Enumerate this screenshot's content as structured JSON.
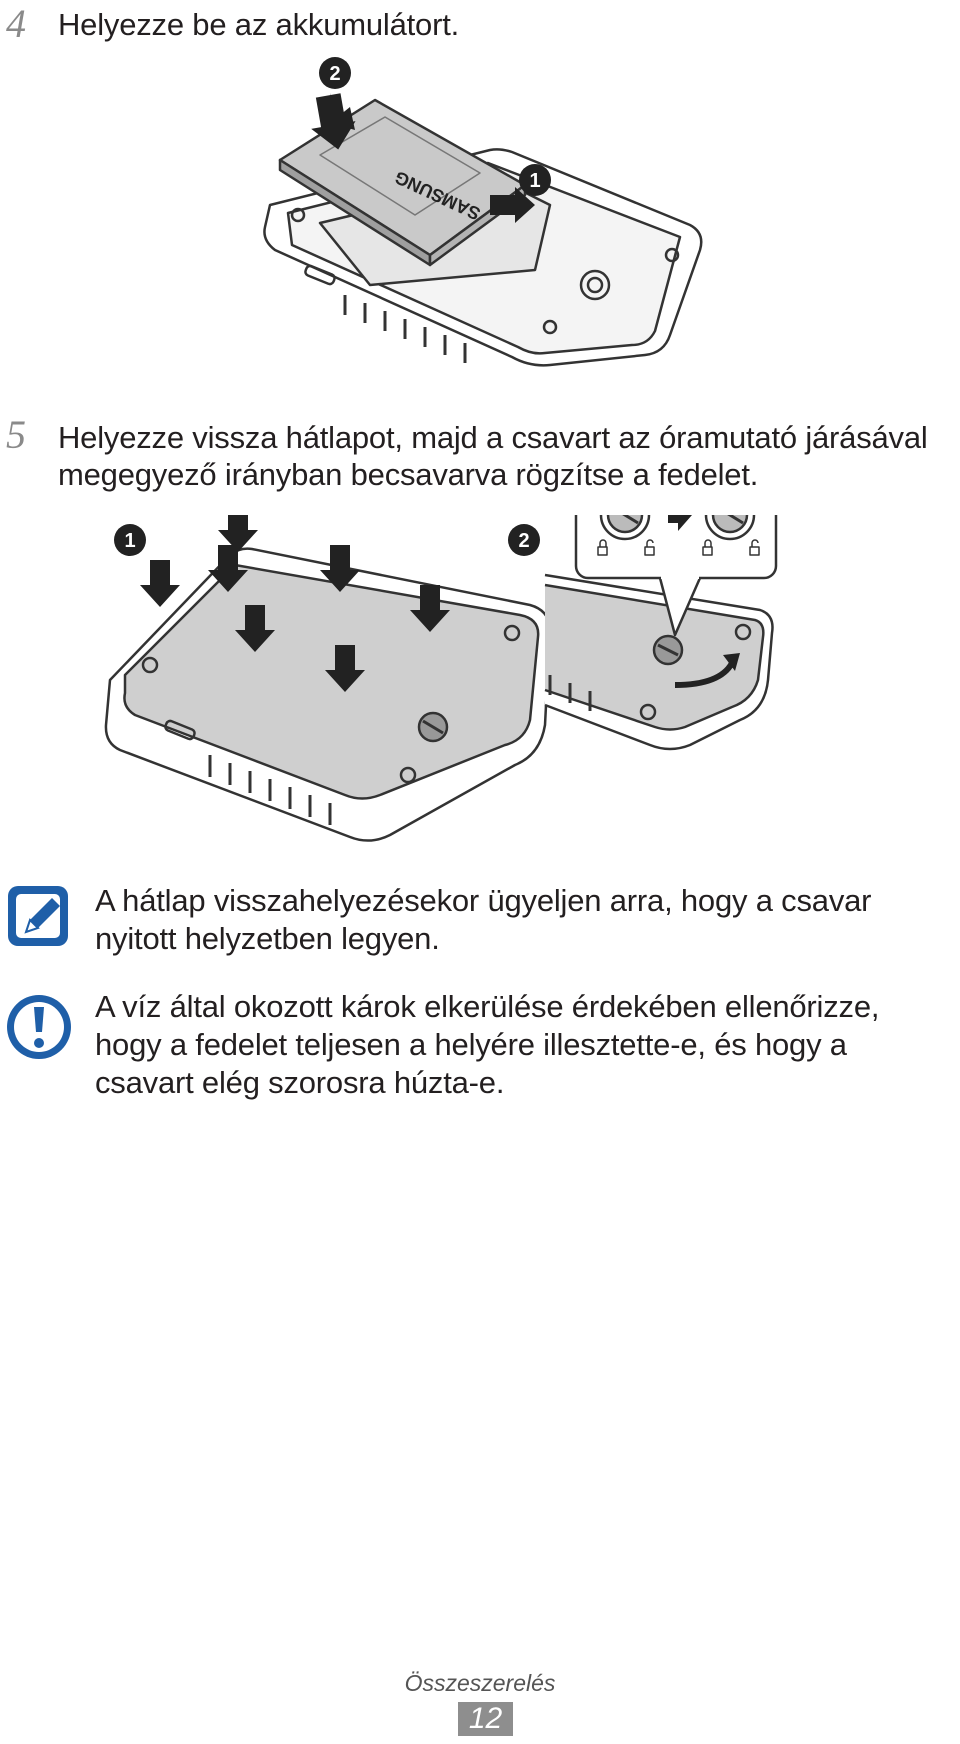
{
  "steps": [
    {
      "number": "4",
      "text": "Helyezze be az akkumulátort."
    },
    {
      "number": "5",
      "line1": "Helyezze vissza hátlapot, majd a csavart az óramutató járásával",
      "line2": "megegyező irányban becsavarva rögzítse a fedelet."
    }
  ],
  "battery_brand": "SAMSUNG",
  "markers": {
    "one": "1",
    "two": "2"
  },
  "notes": [
    {
      "icon": "note-pencil-icon",
      "line1": "A hátlap visszahelyezésekor ügyeljen arra, hogy a csavar",
      "line2": "nyitott helyzetben legyen."
    },
    {
      "icon": "warning-exclamation-icon",
      "line1": "A víz által okozott károk elkerülése érdekében ellenőrizze,",
      "line2": "hogy a fedelet teljesen a helyére illesztette-e, és hogy a",
      "line3": "csavart elég szorosra húzta-e."
    }
  ],
  "footer": {
    "section": "Összeszerelés",
    "page": "12"
  },
  "colors": {
    "accent_blue": "#1f5fa8",
    "text": "#231f20",
    "page_box": "#8e8e8e"
  }
}
